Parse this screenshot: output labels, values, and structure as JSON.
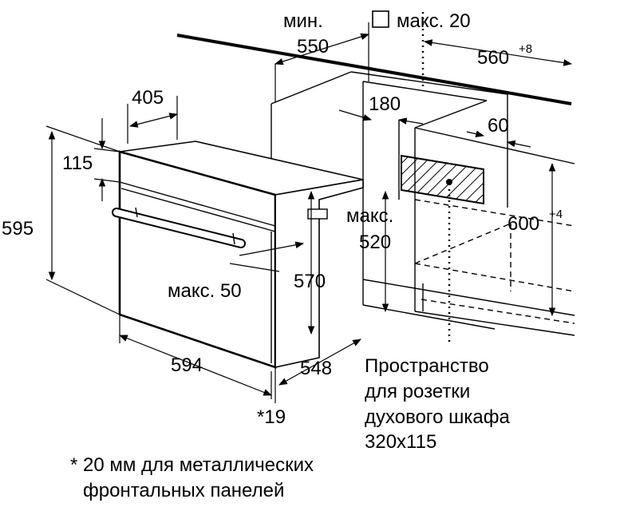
{
  "labels": {
    "min": "мин.",
    "min_value": "550",
    "max20": "макс. 20",
    "d560": "560",
    "d560_sup": "+8",
    "d405": "405",
    "d180": "180",
    "d60": "60",
    "d115": "115",
    "d595": "595",
    "max_label": "макс.",
    "max520": "520",
    "d600": "600",
    "d600_sup": "+4",
    "max50": "макс. 50",
    "d570": "570",
    "d594": "594",
    "d548": "548",
    "d19": "*19"
  },
  "socket_note": {
    "line1": "Пространство",
    "line2": "для розетки",
    "line3": "духового шкафа",
    "line4": "320x115"
  },
  "footnote": {
    "line1": "* 20 мм для металлических",
    "line2": "фронтальных панелей"
  }
}
